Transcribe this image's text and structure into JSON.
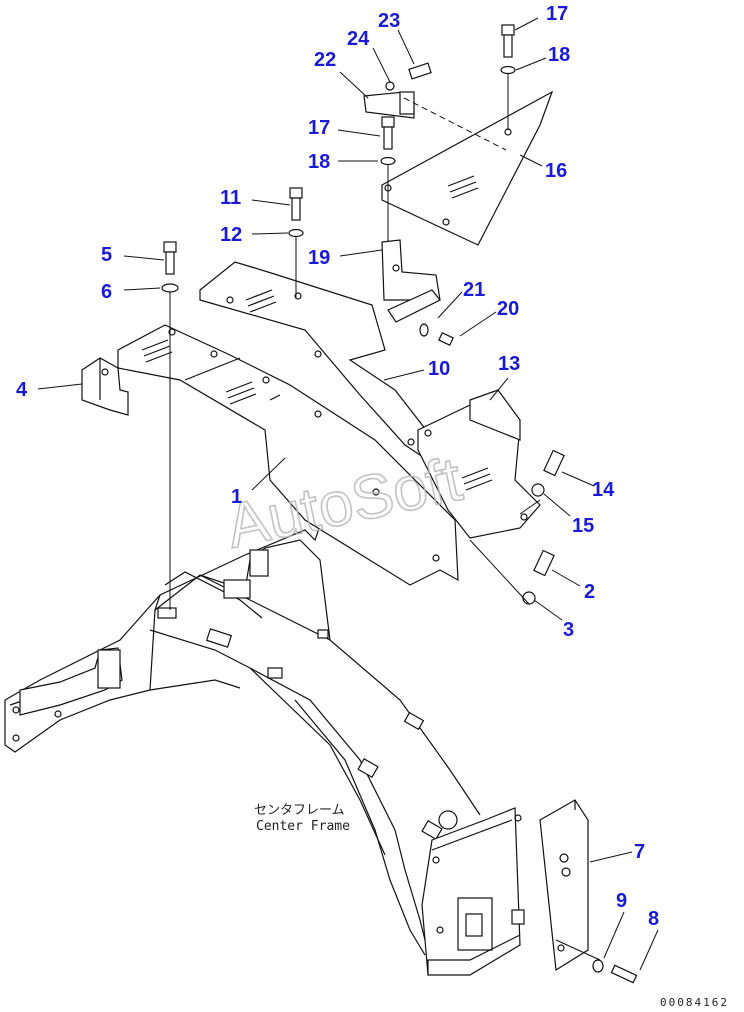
{
  "diagram": {
    "callouts": [
      {
        "id": "c17a",
        "text": "17"
      },
      {
        "id": "c23",
        "text": "23"
      },
      {
        "id": "c24",
        "text": "24"
      },
      {
        "id": "c18a",
        "text": "18"
      },
      {
        "id": "c22",
        "text": "22"
      },
      {
        "id": "c17b",
        "text": "17"
      },
      {
        "id": "c18b",
        "text": "18"
      },
      {
        "id": "c16",
        "text": "16"
      },
      {
        "id": "c11",
        "text": "11"
      },
      {
        "id": "c12",
        "text": "12"
      },
      {
        "id": "c19",
        "text": "19"
      },
      {
        "id": "c5",
        "text": "5"
      },
      {
        "id": "c21",
        "text": "21"
      },
      {
        "id": "c6",
        "text": "6"
      },
      {
        "id": "c20",
        "text": "20"
      },
      {
        "id": "c13",
        "text": "13"
      },
      {
        "id": "c10",
        "text": "10"
      },
      {
        "id": "c4",
        "text": "4"
      },
      {
        "id": "c14",
        "text": "14"
      },
      {
        "id": "c1",
        "text": "1"
      },
      {
        "id": "c15",
        "text": "15"
      },
      {
        "id": "c2",
        "text": "2"
      },
      {
        "id": "c3",
        "text": "3"
      },
      {
        "id": "c7",
        "text": "7"
      },
      {
        "id": "c9",
        "text": "9"
      },
      {
        "id": "c8",
        "text": "8"
      }
    ],
    "caption_jp": "センタフレーム",
    "caption_en": "Center Frame",
    "watermark": "AutoSoft",
    "doc_number": "00084162"
  }
}
